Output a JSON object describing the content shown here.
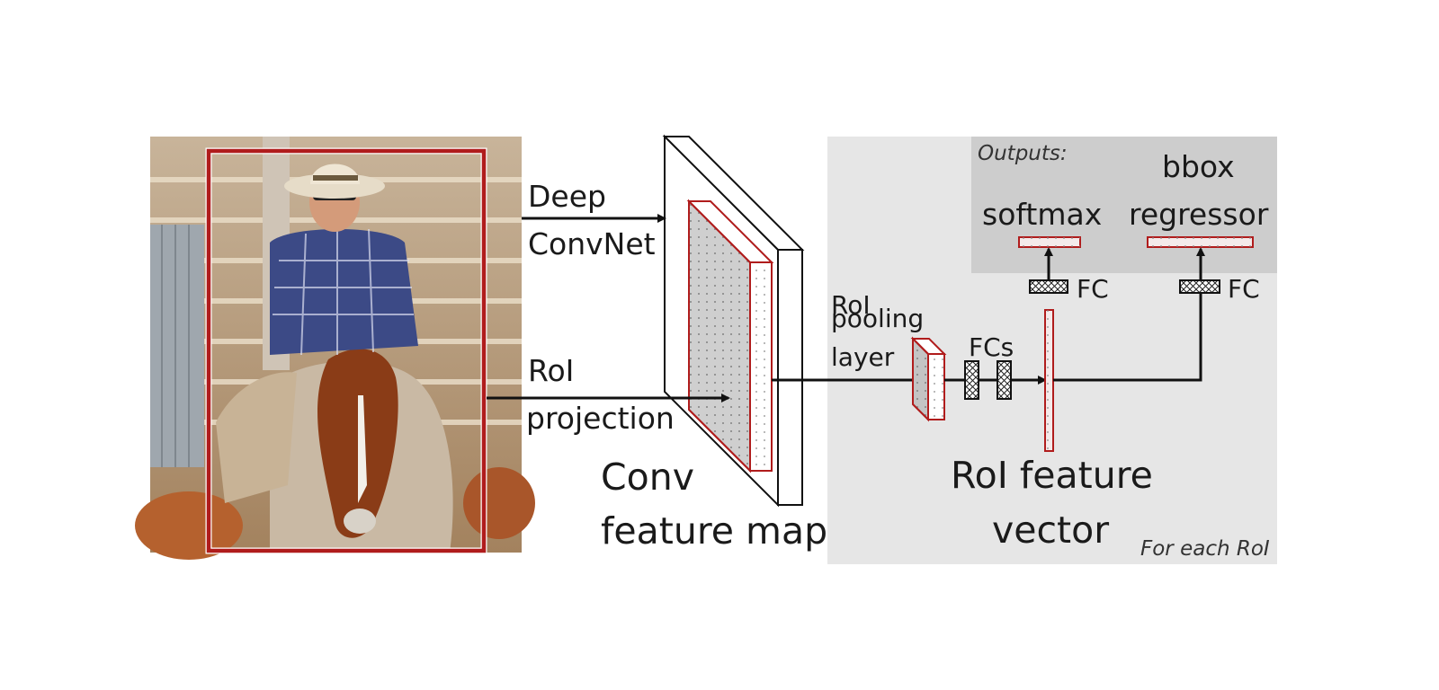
{
  "labels": {
    "deep_convnet_line1": "Deep",
    "deep_convnet_line2": "ConvNet",
    "roi_projection_line1": "RoI",
    "roi_projection_line2": "projection",
    "conv_feature_map_line1": "Conv",
    "conv_feature_map_line2": "feature map",
    "roi_pooling_line1": "RoI",
    "roi_pooling_line2": "pooling",
    "roi_pooling_line3": "layer",
    "fcs": "FCs",
    "fc_left": "FC",
    "fc_right": "FC",
    "outputs": "Outputs:",
    "softmax": "softmax",
    "bbox_line1": "bbox",
    "bbox_line2": "regressor",
    "roi_feature_vector_line1": "RoI feature",
    "roi_feature_vector_line2": "vector",
    "for_each_roi": "For each RoI"
  },
  "colors": {
    "roi_red": "#b01c1c",
    "panel_gray": "#e6e6e6",
    "outputs_gray": "#cdcdcd",
    "arrow": "#111111"
  }
}
